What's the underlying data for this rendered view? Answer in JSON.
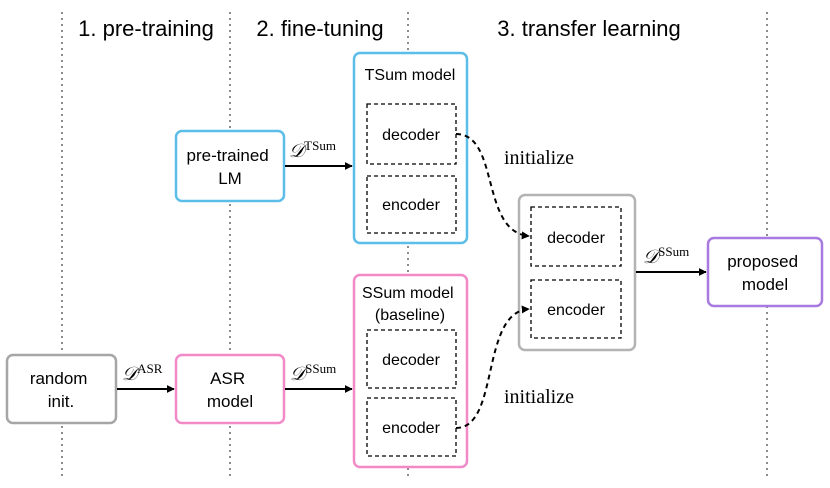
{
  "stages": [
    {
      "label": "1. pre-training"
    },
    {
      "label": "2. fine-tuning"
    },
    {
      "label": "3. transfer learning"
    }
  ],
  "nodes": {
    "random_init": {
      "lines": [
        "random",
        "init."
      ],
      "color": "#a6a6a6"
    },
    "pretrained_lm": {
      "lines": [
        "pre-trained",
        "LM"
      ],
      "color": "#5bbde8"
    },
    "asr_model": {
      "lines": [
        "ASR",
        "model"
      ],
      "color": "#f28ac8"
    },
    "tsum_model": {
      "title": "TSum model",
      "decoder": "decoder",
      "encoder": "encoder",
      "color": "#5bbde8"
    },
    "ssum_model": {
      "title_lines": [
        "SSum model",
        "(baseline)"
      ],
      "decoder": "decoder",
      "encoder": "encoder",
      "color": "#f28ac8"
    },
    "transfer_model": {
      "decoder": "decoder",
      "encoder": "encoder",
      "color": "#b3b3b3"
    },
    "proposed_model": {
      "lines": [
        "proposed",
        "model"
      ],
      "color": "#a87ae0"
    }
  },
  "edges": {
    "asr_data": {
      "symbol": "𝒟",
      "sup": "ASR"
    },
    "ssum_data_1": {
      "symbol": "𝒟",
      "sup": "SSum"
    },
    "tsum_data": {
      "symbol": "𝒟",
      "sup": "TSum"
    },
    "ssum_data_2": {
      "symbol": "𝒟",
      "sup": "SSum"
    }
  },
  "annotations": {
    "initialize_top": "initialize",
    "initialize_bottom": "initialize"
  }
}
